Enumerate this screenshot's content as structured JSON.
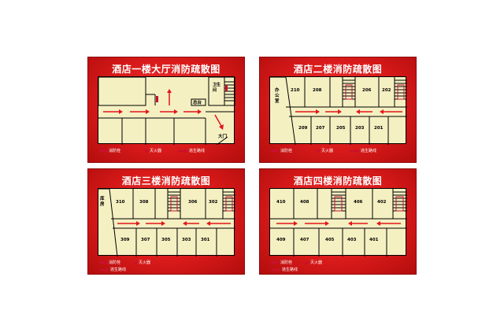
{
  "panels": [
    {
      "title": "酒店一楼大厅消防疏散图",
      "rooms": {
        "desk": "总台",
        "toilet": "卫生间",
        "gate": "大门"
      },
      "legend": {
        "hydrant": "消防栓",
        "extinguisher": "灭火器",
        "route": "逃生路线"
      }
    },
    {
      "title": "酒店二楼消防疏散图",
      "rooms": {
        "office": "办公室",
        "top": [
          "210",
          "208",
          "206",
          "202"
        ],
        "bottom": [
          "209",
          "207",
          "205",
          "203",
          "201"
        ]
      },
      "legend": {
        "hydrant": "消防栓",
        "extinguisher": "灭火器",
        "route": "逃生路线"
      }
    },
    {
      "title": "酒店三楼消防疏散图",
      "rooms": {
        "store": "库房",
        "top": [
          "310",
          "308",
          "306",
          "302"
        ],
        "bottom": [
          "309",
          "307",
          "305",
          "303",
          "301"
        ]
      },
      "legend": {
        "hydrant": "消防栓",
        "extinguisher": "灭火器",
        "route": "逃生路线"
      }
    },
    {
      "title": "酒店四楼消防疏散图",
      "rooms": {
        "top": [
          "410",
          "408",
          "406",
          "402"
        ],
        "bottom": [
          "409",
          "407",
          "405",
          "403",
          "401"
        ]
      },
      "legend": {
        "hydrant": "消防栓",
        "extinguisher": "灭火器",
        "route": "逃生路线"
      }
    }
  ],
  "colors": {
    "panel": "#d91a1a",
    "plan": "#f5f0c2",
    "route": "#e3141b",
    "wall": "#000000"
  }
}
